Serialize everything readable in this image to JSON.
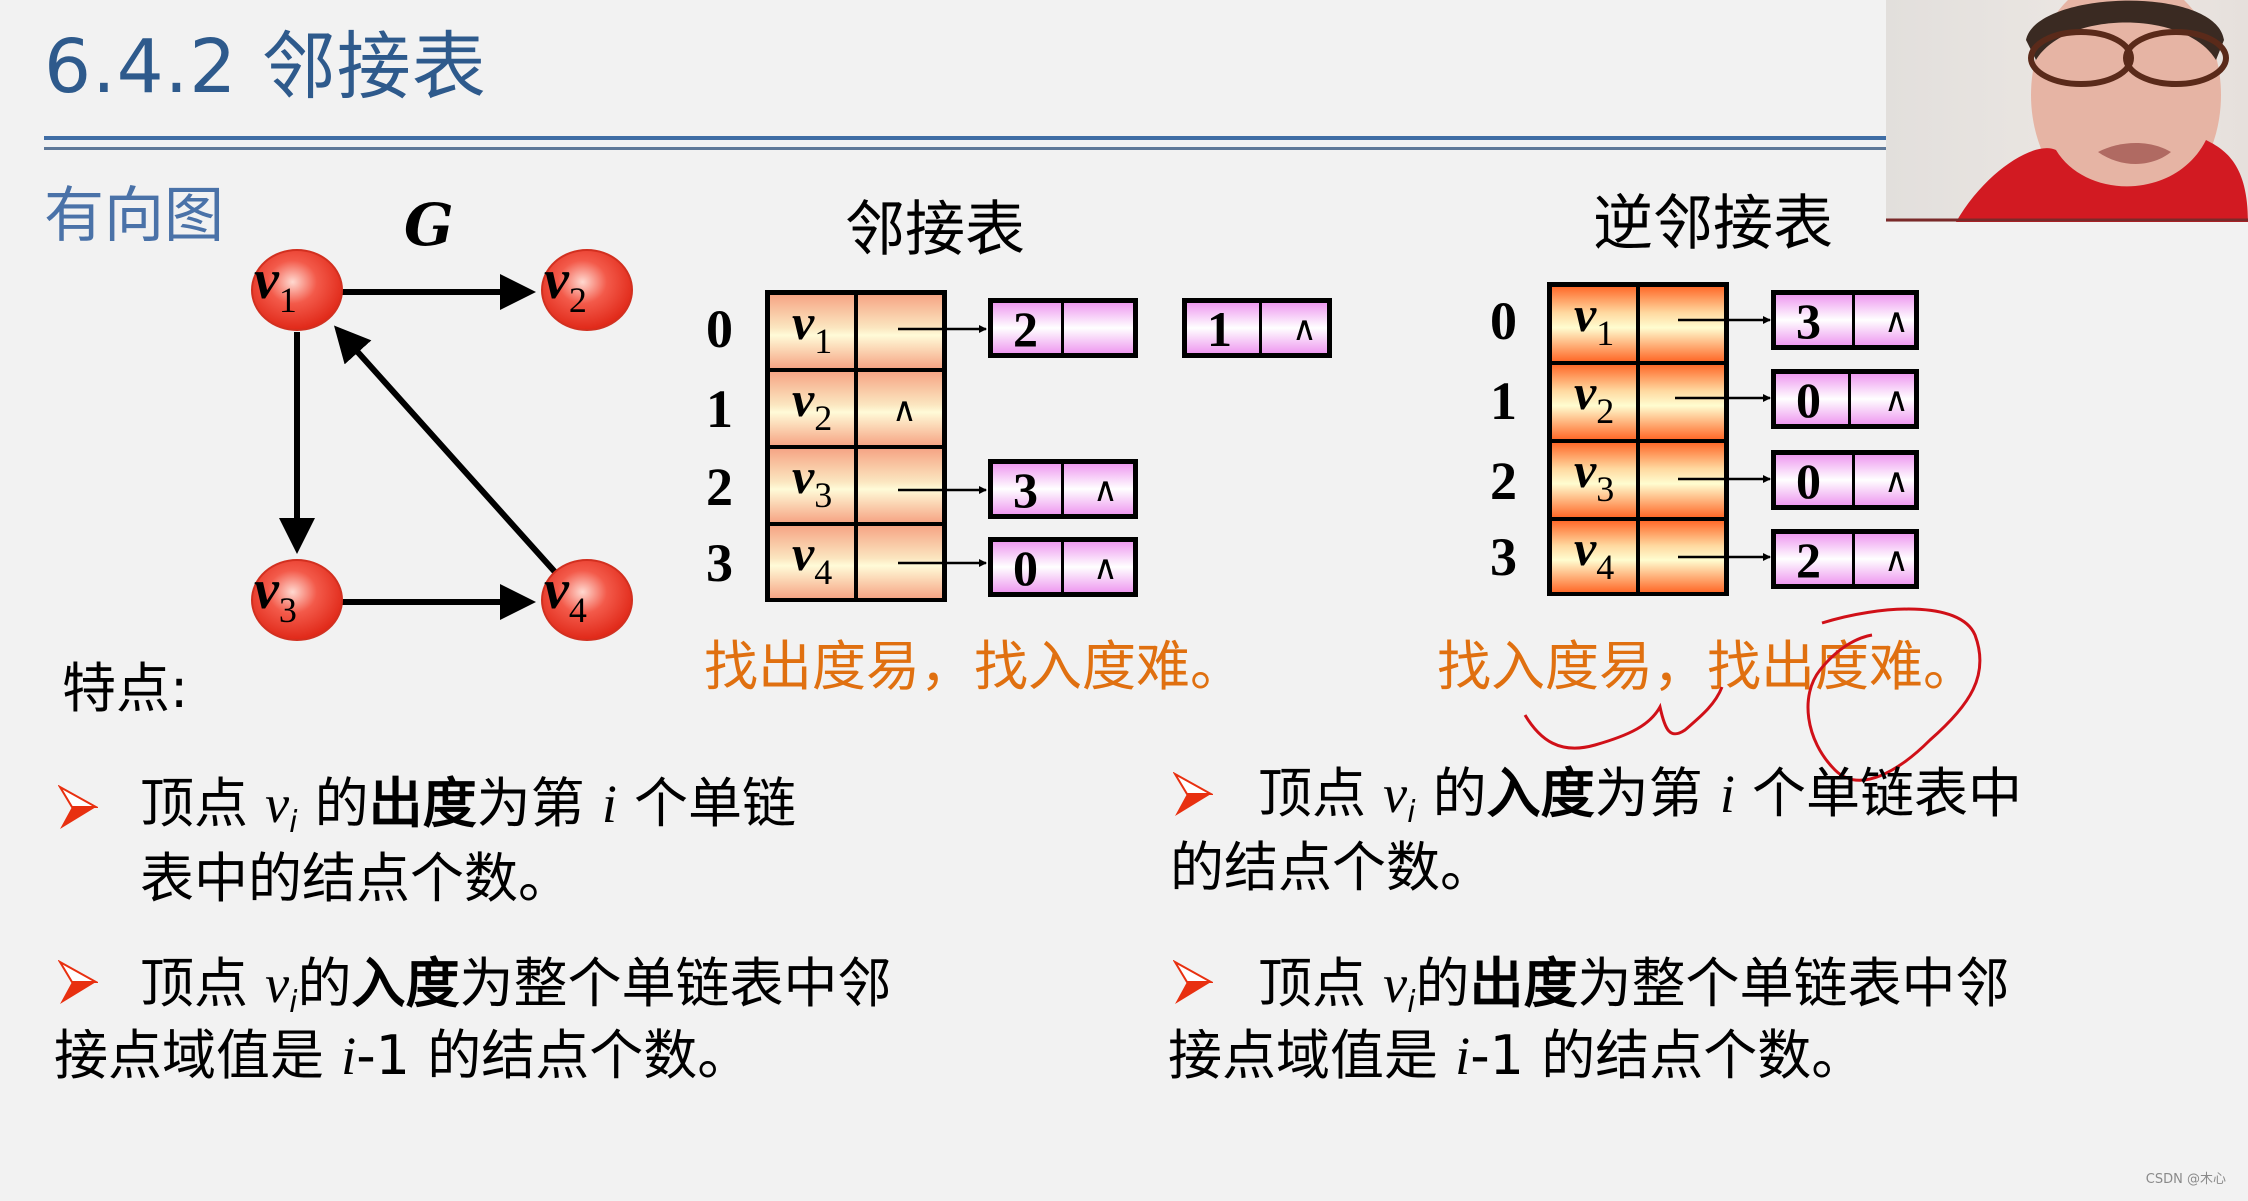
{
  "slide": {
    "title": "6.4.2 邻接表",
    "subtitle": "有向图",
    "graph_label": "G",
    "features_label": "特点:"
  },
  "graph": {
    "nodes": [
      {
        "id": "v1",
        "base": "v",
        "sub": "1"
      },
      {
        "id": "v2",
        "base": "v",
        "sub": "2"
      },
      {
        "id": "v3",
        "base": "v",
        "sub": "3"
      },
      {
        "id": "v4",
        "base": "v",
        "sub": "4"
      }
    ],
    "edges": [
      {
        "from": "v1",
        "to": "v2"
      },
      {
        "from": "v1",
        "to": "v3"
      },
      {
        "from": "v3",
        "to": "v4"
      },
      {
        "from": "v4",
        "to": "v1"
      }
    ],
    "node_color": "#e83a2e"
  },
  "adjacency_list": {
    "heading": "邻接表",
    "indices": [
      "0",
      "1",
      "2",
      "3"
    ],
    "vertices": [
      {
        "base": "v",
        "sub": "1",
        "list": [
          "2",
          "1"
        ]
      },
      {
        "base": "v",
        "sub": "2",
        "list": []
      },
      {
        "base": "v",
        "sub": "3",
        "list": [
          "3"
        ]
      },
      {
        "base": "v",
        "sub": "4",
        "list": [
          "0"
        ]
      }
    ],
    "null_symbol": "∧",
    "note": "找出度易，找入度难。"
  },
  "inverse_adjacency_list": {
    "heading": "逆邻接表",
    "indices": [
      "0",
      "1",
      "2",
      "3"
    ],
    "vertices": [
      {
        "base": "v",
        "sub": "1",
        "list": [
          "3"
        ]
      },
      {
        "base": "v",
        "sub": "2",
        "list": [
          "0"
        ]
      },
      {
        "base": "v",
        "sub": "3",
        "list": [
          "0"
        ]
      },
      {
        "base": "v",
        "sub": "4",
        "list": [
          "2"
        ]
      }
    ],
    "null_symbol": "∧",
    "note": "找入度易，找出度难。"
  },
  "bullets_left": [
    {
      "pre": "顶点 ",
      "var": "v",
      "sub": "i",
      "mid": " 的",
      "bold": "出度",
      "post": "为第 ",
      "ivar": "i",
      "tail": " 个单链",
      "line2": "表中的结点个数。"
    },
    {
      "pre": "顶点 ",
      "var": "v",
      "sub": "i",
      "mid": "的",
      "bold": "入度",
      "post": "为整个单链表中邻",
      "line2_pre": "接点域值是 ",
      "ivar": "i",
      "line2_post": "-1  的结点个数。"
    }
  ],
  "bullets_right": [
    {
      "pre": "顶点 ",
      "var": "v",
      "sub": "i",
      "mid": " 的",
      "bold": "入度",
      "post": "为第 ",
      "ivar": "i",
      "tail": " 个单链表中",
      "line2": "的结点个数。"
    },
    {
      "pre": "顶点 ",
      "var": "v",
      "sub": "i",
      "mid": "的",
      "bold": "出度",
      "post": "为整个单链表中邻",
      "line2_pre": "接点域值是 ",
      "ivar": "i",
      "line2_post": "-1 的结点个数。"
    }
  ],
  "colors": {
    "title": "#2e5a8c",
    "note_orange": "#e07010",
    "bullet_arrow": "#e83010",
    "annotation_ink": "#d01018",
    "list_node_pink": "#ee9af0",
    "vertex_cell_orange": "#f6a585"
  },
  "watermark": "CSDN @木心"
}
